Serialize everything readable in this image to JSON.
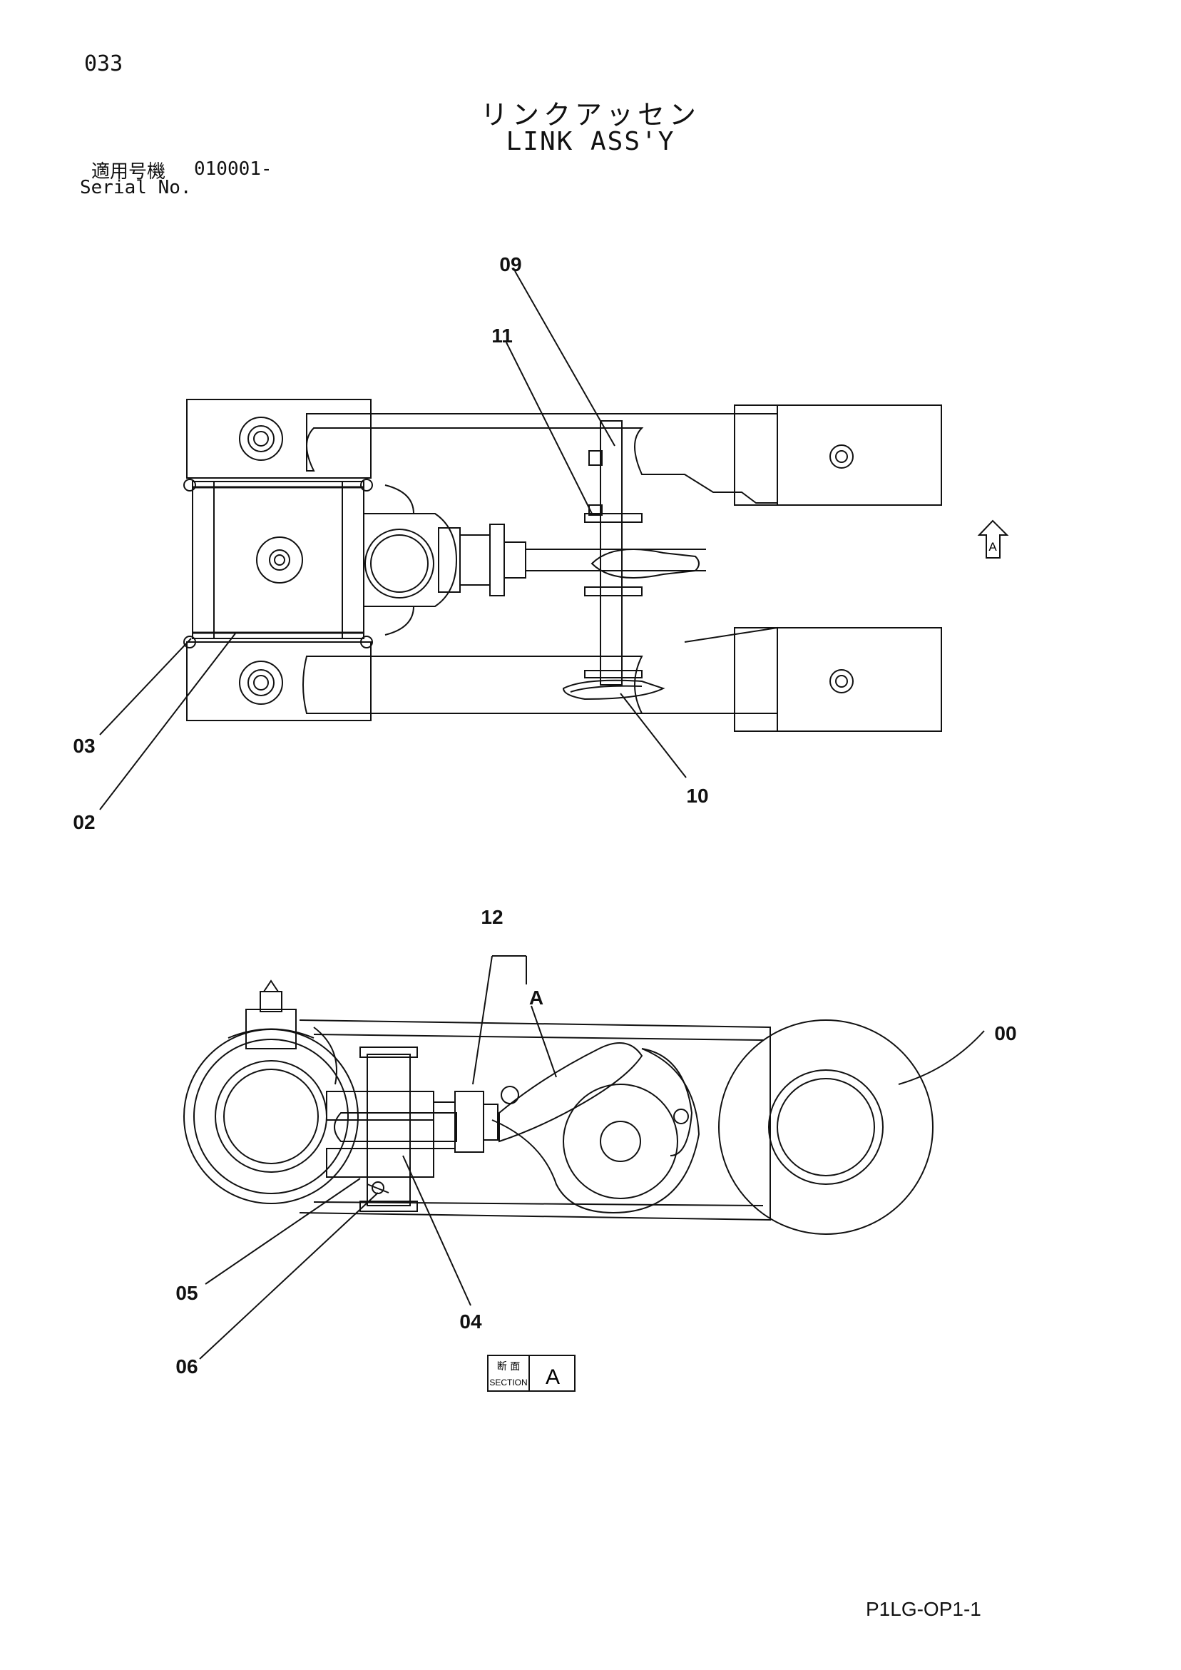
{
  "page_number": "033",
  "title": {
    "japanese": "リンクアッセン",
    "english": "LINK ASS'Y"
  },
  "serial": {
    "label_jp": "適用号機",
    "value": "010001-",
    "label_en": "Serial No."
  },
  "callouts": {
    "c09": "09",
    "c11": "11",
    "c03": "03",
    "c02": "02",
    "c10": "10",
    "c12": "12",
    "cA": "A",
    "c00": "00",
    "c05": "05",
    "c04": "04",
    "c06": "06"
  },
  "view_marker": "A",
  "section_box": {
    "jp": "断 面",
    "en": "SECTION",
    "letter": "A"
  },
  "footer_code": "P1LG-OP1-1"
}
